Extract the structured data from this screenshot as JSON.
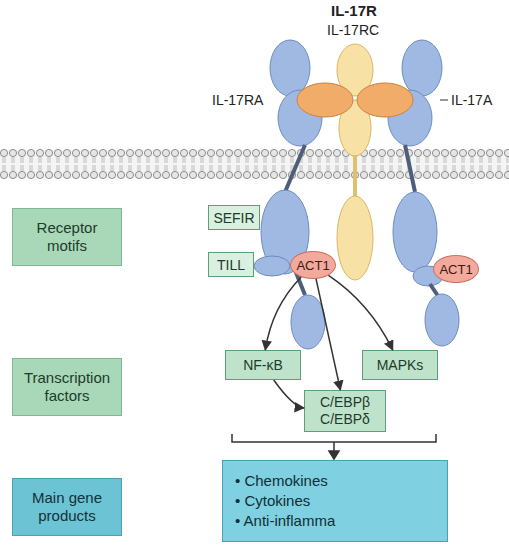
{
  "diagram": {
    "title": "IL-17R",
    "nodes": [
      {
        "text": [
          "Receptor motifs"
        ]
      },
      {
        "text": [
          "Transcription factors"
        ]
      },
      {
        "text": [
          "Main gene products"
        ]
      },
      {
        "text": [
          "SEFIR"
        ]
      },
      {
        "text": [
          "TILL"
        ]
      },
      {
        "text": [
          "ACT1"
        ]
      },
      {
        "text": [
          "ACT1"
        ]
      },
      {
        "text": [
          "NF-κB"
        ]
      },
      {
        "text": [
          "MAPKs"
        ]
      },
      {
        "text": [
          "C/EBPβ C/EBPδ"
        ]
      },
      {
        "text": [
          "• Chemokines",
          "• Cytokines",
          "• Anti-inflamma"
        ]
      }
    ],
    "edges": [
      {
        "from": 5,
        "to": 7,
        "arrow": "to"
      },
      {
        "from": 5,
        "to": 9,
        "arrow": "to"
      },
      {
        "from": 5,
        "to": 8,
        "arrow": "to"
      },
      {
        "from": 7,
        "to": 9,
        "arrow": "to"
      }
    ],
    "labels": [
      "IL-17RC",
      "IL-17RA",
      "IL-17A"
    ]
  }
}
